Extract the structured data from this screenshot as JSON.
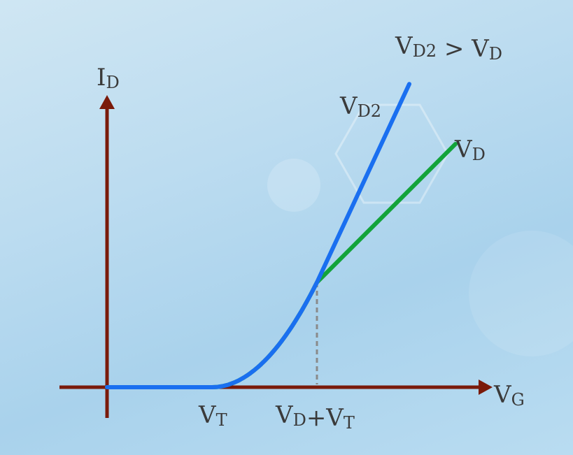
{
  "chart_data": {
    "type": "line",
    "axes": {
      "x": {
        "label_main": "V",
        "label_sub": "G"
      },
      "y": {
        "label_main": "I",
        "label_sub": "D"
      }
    },
    "ticks": [
      {
        "id": "vt",
        "parts": [
          {
            "t": "V",
            "sub": "T"
          }
        ],
        "x": 1.0
      },
      {
        "id": "vdvt",
        "parts": [
          {
            "t": "V",
            "sub": "D"
          },
          {
            "t": "+V",
            "sub": "T"
          }
        ],
        "x": 2.0
      }
    ],
    "series": [
      {
        "name_main": "V",
        "name_sub": "D2",
        "color": "#1a6ff0",
        "saturation_x": 2.0,
        "slope_after": 2.15
      },
      {
        "name_main": "V",
        "name_sub": "D",
        "color": "#12a33a",
        "saturation_x": 2.0,
        "slope_after": 1.0
      }
    ],
    "annotation": {
      "left_main": "V",
      "left_sub": "D2",
      "op": ">",
      "right_main": "V",
      "right_sub": "D"
    },
    "dashed_marker_x": 2.0,
    "colors": {
      "axis": "#7a1a0a",
      "dashed": "#8a8a8a"
    }
  }
}
